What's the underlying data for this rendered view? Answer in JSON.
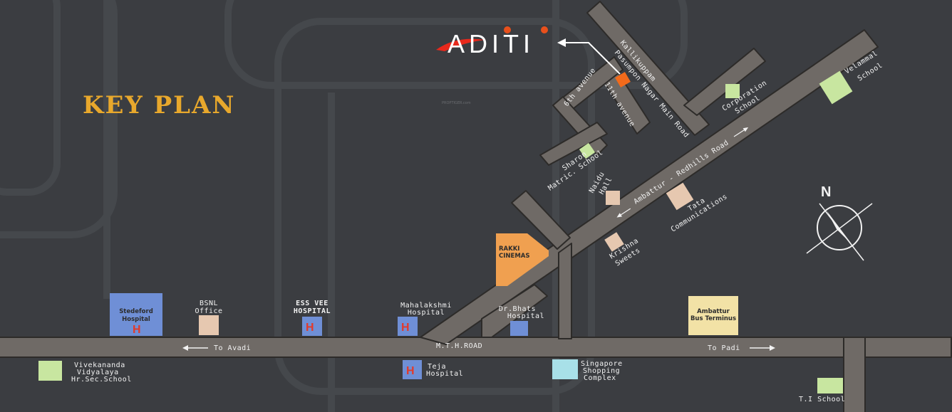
{
  "map_title": "KEY PLAN",
  "brand": {
    "name": "ADITI"
  },
  "watermark": "PROPTIGER.com",
  "compass": {
    "north_label": "N"
  },
  "roads": {
    "mth_road": "M.T.H.ROAD",
    "to_avadi": "To Avadi",
    "to_padi": "To Padi",
    "ambattur_redhills": "Ambattur - Redhills Road",
    "kallikuppam": "Kallikuppam",
    "pasumpon": "Pasumpon Nagar Main Road",
    "sixth_avenue": "6th avenue",
    "eleventh_avenue": "11th avenue"
  },
  "landmarks": {
    "stedeford_l1": "Stedeford",
    "stedeford_l2": "Hospital",
    "bsnl_l1": "BSNL",
    "bsnl_l2": "Office",
    "essvee_l1": "ESS VEE",
    "essvee_l2": "HOSPITAL",
    "mahalakshmi_l1": "Mahalakshmi",
    "mahalakshmi_l2": "Hospital",
    "drbhats_l1": "Dr.Bhats",
    "drbhats_l2": "Hospital",
    "rakki_l1": "RAKKI",
    "rakki_l2": "CINEMAS",
    "ambattur_bus_l1": "Ambattur",
    "ambattur_bus_l2": "Bus Terminus",
    "vivekananda_l1": "Vivekananda",
    "vivekananda_l2": "Vidyalaya",
    "vivekananda_l3": "Hr.Sec.School",
    "teja_l1": "Teja",
    "teja_l2": "Hospital",
    "singapore_l1": "Singapore",
    "singapore_l2": "Shopping",
    "singapore_l3": "Complex",
    "ti_school": "T.I School",
    "sharon_l1": "Sharon",
    "sharon_l2": "Matric. School",
    "naidu_l1": "Naidu",
    "naidu_l2": "Hall",
    "tata_l1": "Tata",
    "tata_l2": "Communications",
    "krishna_l1": "Krishna",
    "krishna_l2": "Sweets",
    "corporation_l1": "Corporation",
    "corporation_l2": "School",
    "velammal_l1": "Velammal",
    "velammal_l2": "School",
    "hospital_symbol": "H"
  },
  "colors": {
    "background": "#3b3d41",
    "road": "#6f6a66",
    "hospital": "#6f8fd6",
    "school": "#c8e6a0",
    "office": "#e6c8b0",
    "cinema": "#f0a050",
    "bus_terminus": "#f2e2a6",
    "mall": "#a8e0e8",
    "site": "#f26a1b",
    "title": "#e8a82c"
  }
}
